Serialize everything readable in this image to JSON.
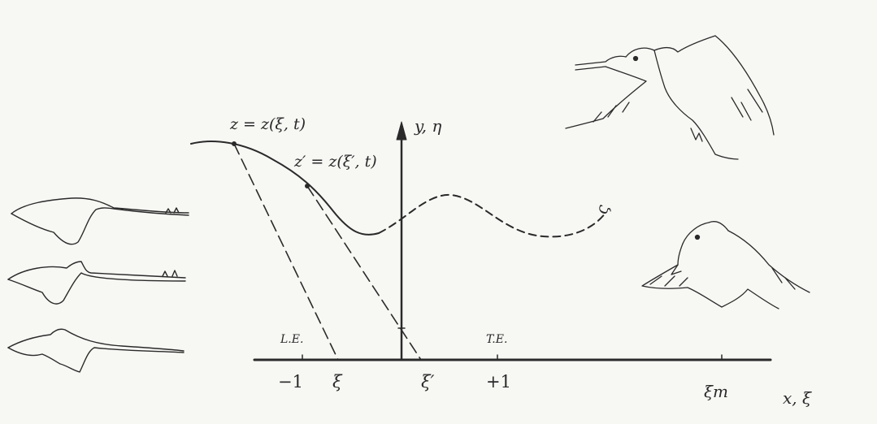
{
  "figure": {
    "curve_label_z": "z = z(ξ, t)",
    "curve_label_zprime": "z′ = z(ξ′, t)",
    "y_axis_label": "y, η",
    "x_axis_label": "x, ξ",
    "leading_edge_label": "L.E.",
    "trailing_edge_label": "T.E.",
    "tick_minus_one": "−1",
    "tick_xi": "ξ",
    "tick_xi_prime": "ξ′",
    "tick_plus_one": "+1",
    "tick_xi_m": "ξm",
    "wake_end_symbol": "ς"
  },
  "colors": {
    "ink": "#2a2a2a",
    "background": "#f7f7f4"
  },
  "icons": [
    "wing-profile-sketch",
    "bird-flying-sketch",
    "bird-diving-sketch"
  ]
}
